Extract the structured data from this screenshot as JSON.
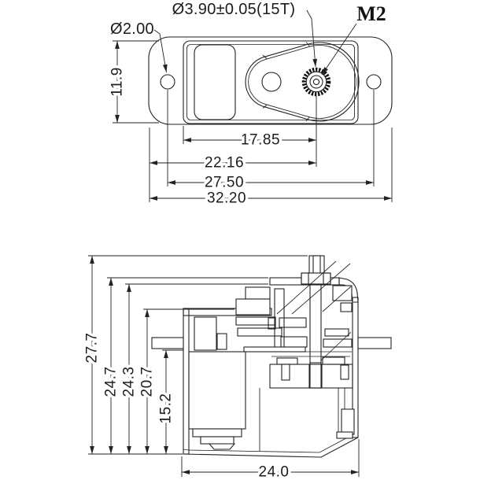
{
  "drawing": {
    "type": "servo dimensional drawing",
    "colors": {
      "line": "#222222",
      "background": "#ffffff"
    },
    "top_view": {
      "label_spline_diameter": "Ø3.90±0.05(15T)",
      "label_screw": "M2",
      "label_mount_hole_diameter": "Ø2.00",
      "dim_flange_height": "11.9",
      "dim_body_left_to_spline": "17.85",
      "dim_flange_left_to_spline": "22.16",
      "dim_mount_hole_spacing": "27.50",
      "dim_flange_overall_width": "32.20"
    },
    "side_view": {
      "dim_overall_height": "27.7",
      "dim_upper_case_height": "24.7",
      "dim_case_top_height": "24.3",
      "dim_gear_deck_height": "20.7",
      "dim_tab_bottom_height": "15.2",
      "dim_body_length": "24.0"
    }
  }
}
